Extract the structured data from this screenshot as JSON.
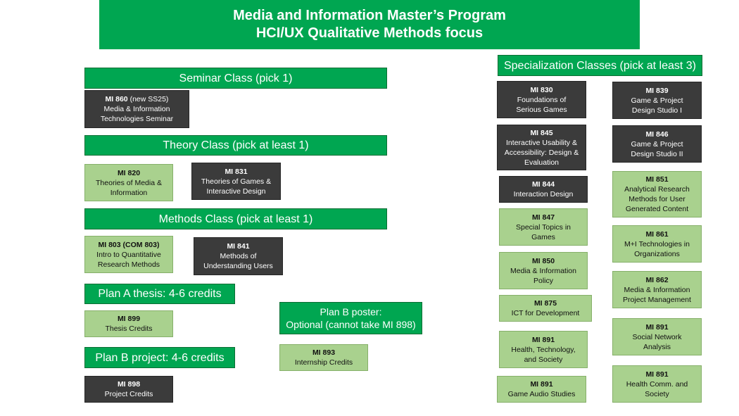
{
  "title": {
    "line1": "Media and Information Master’s Program",
    "line2": "HCI/UX Qualitative Methods focus"
  },
  "colors": {
    "header_green": "#00a651",
    "dark_box": "#3b3b3b",
    "light_box": "#a9d18e"
  },
  "headers": {
    "seminar": "Seminar Class (pick 1)",
    "theory": "Theory Class (pick at least 1)",
    "methods": "Methods Class (pick at least 1)",
    "plan_a": "Plan A thesis: 4-6 credits",
    "plan_b_project": "Plan B project: 4-6 credits",
    "plan_b_poster_line1": "Plan B poster:",
    "plan_b_poster_line2": "Optional (cannot take MI 898)",
    "specialization": "Specialization Classes (pick at least 3)"
  },
  "courses": {
    "mi860": {
      "code": "MI 860",
      "note": " (new SS25)",
      "lines": [
        "Media & Information",
        "Technologies Seminar"
      ],
      "style": "dark"
    },
    "mi820": {
      "code": "MI 820",
      "lines": [
        "Theories of Media &",
        "Information"
      ],
      "style": "light"
    },
    "mi831": {
      "code": "MI 831",
      "lines": [
        "Theories of Games &",
        "Interactive Design"
      ],
      "style": "dark"
    },
    "mi803": {
      "code": "MI 803 (COM 803)",
      "lines": [
        "Intro to Quantitative",
        "Research Methods"
      ],
      "style": "light"
    },
    "mi841": {
      "code": "MI 841",
      "lines": [
        "Methods of",
        "Understanding Users"
      ],
      "style": "dark"
    },
    "mi899": {
      "code": "MI 899",
      "lines": [
        "Thesis Credits"
      ],
      "style": "light"
    },
    "mi898": {
      "code": "MI 898",
      "lines": [
        "Project Credits"
      ],
      "style": "dark"
    },
    "mi893": {
      "code": "MI 893",
      "lines": [
        "Internship Credits"
      ],
      "style": "light"
    },
    "mi830": {
      "code": "MI 830",
      "lines": [
        "Foundations of",
        "Serious Games"
      ],
      "style": "dark"
    },
    "mi839": {
      "code": "MI 839",
      "lines": [
        "Game & Project",
        "Design Studio I"
      ],
      "style": "dark"
    },
    "mi845": {
      "code": "MI 845",
      "lines": [
        "Interactive Usability &",
        "Accessibility: Design &",
        "Evaluation"
      ],
      "style": "dark"
    },
    "mi846": {
      "code": "MI 846",
      "lines": [
        "Game & Project",
        "Design Studio II"
      ],
      "style": "dark"
    },
    "mi844": {
      "code": "MI 844",
      "lines": [
        "Interaction Design"
      ],
      "style": "dark"
    },
    "mi851": {
      "code": "MI 851",
      "lines": [
        "Analytical Research",
        "Methods for User",
        "Generated Content"
      ],
      "style": "light"
    },
    "mi847": {
      "code": "MI 847",
      "lines": [
        "Special Topics in",
        "Games"
      ],
      "style": "light"
    },
    "mi861": {
      "code": "MI 861",
      "lines": [
        "M+I Technologies in",
        "Organizations"
      ],
      "style": "light"
    },
    "mi850": {
      "code": "MI 850",
      "lines": [
        "Media & Information",
        "Policy"
      ],
      "style": "light"
    },
    "mi862": {
      "code": "MI 862",
      "lines": [
        "Media & Information",
        "Project Management"
      ],
      "style": "light"
    },
    "mi875": {
      "code": "MI 875",
      "lines": [
        "ICT for Development"
      ],
      "style": "light"
    },
    "mi891a": {
      "code": "MI 891",
      "lines": [
        "Social Network",
        "Analysis"
      ],
      "style": "light"
    },
    "mi891b": {
      "code": "MI 891",
      "lines": [
        "Health, Technology,",
        "and Society"
      ],
      "style": "light"
    },
    "mi891c": {
      "code": "MI 891",
      "lines": [
        "Health Comm. and",
        "Society"
      ],
      "style": "light"
    },
    "mi891d": {
      "code": "MI 891",
      "lines": [
        "Game Audio Studies"
      ],
      "style": "light"
    }
  }
}
